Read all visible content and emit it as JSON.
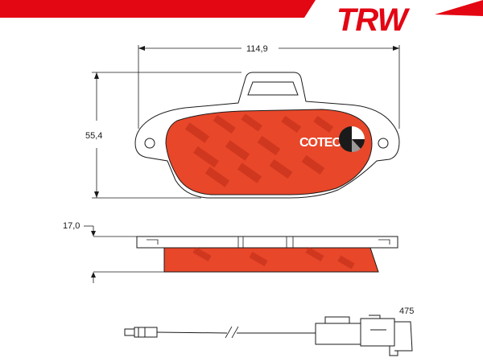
{
  "brand": {
    "name": "TRW",
    "color": "#e30613"
  },
  "friction_material": {
    "label": "COTEC",
    "color": "#e8472a",
    "pattern_color": "#c8321c"
  },
  "dimensions": {
    "width": "114,9",
    "height": "55,4",
    "thickness": "17,0"
  },
  "wear_sensor": {
    "length": "475"
  },
  "colors": {
    "line": "#1a1a1a",
    "backplate": "#e8472a"
  }
}
